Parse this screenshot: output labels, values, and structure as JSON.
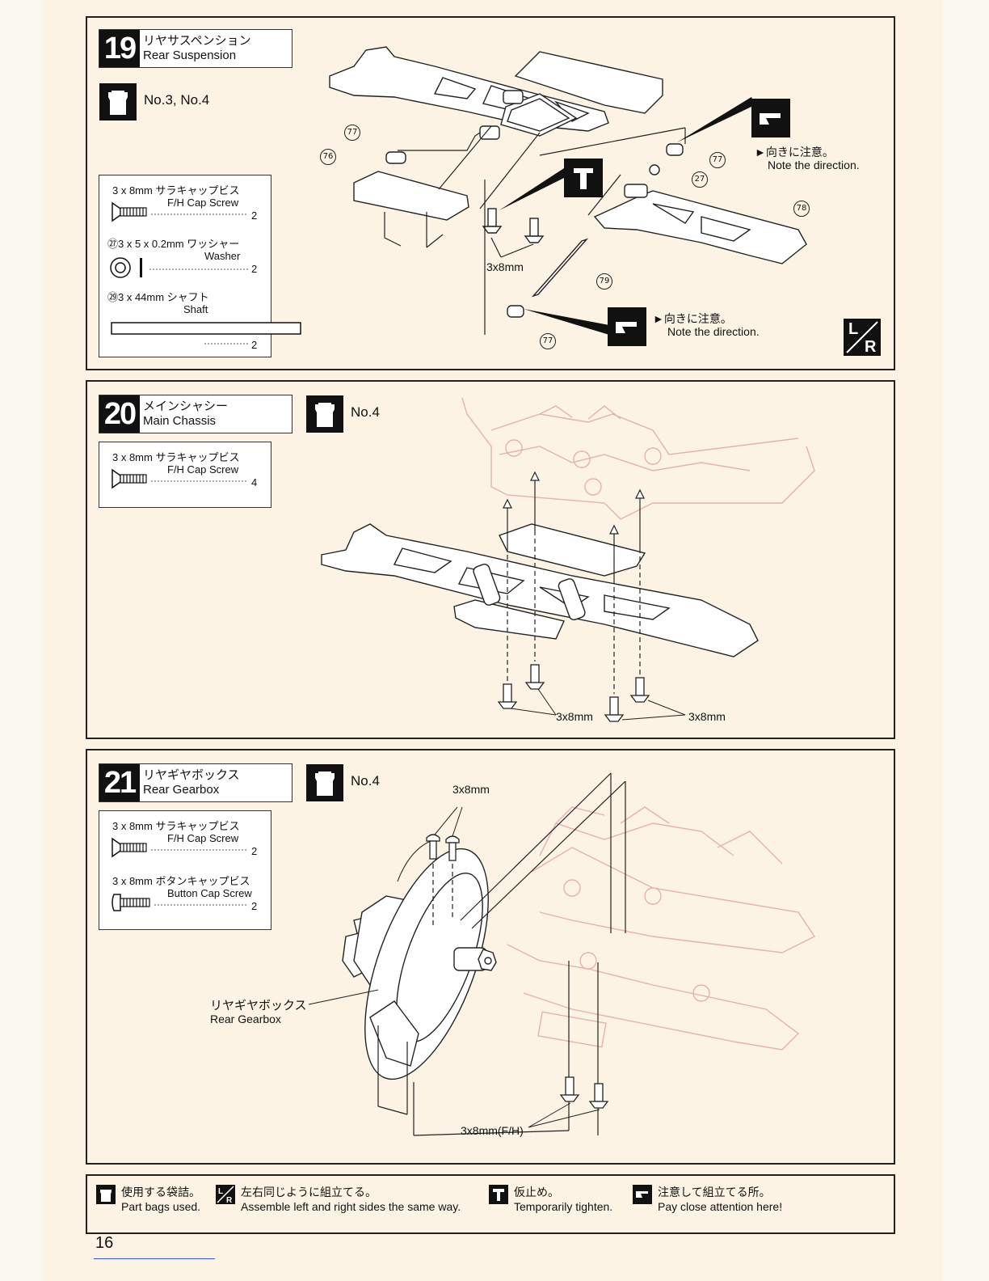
{
  "page_number": "16",
  "steps": [
    {
      "number": "19",
      "title_jp": "リヤサスペンション",
      "title_en": "Rear Suspension",
      "bag": "No.3, No.4",
      "parts": [
        {
          "jp": "3 x 8mm サラキャップビス",
          "en": "F/H Cap Screw",
          "qty": "2"
        },
        {
          "jp": "㉗3 x 5 x 0.2mm ワッシャー",
          "en": "Washer",
          "qty": "2"
        },
        {
          "jp": "㉙3 x 44mm シャフト",
          "en": "Shaft",
          "qty": "2"
        }
      ],
      "labels": {
        "screw": "3x8mm",
        "note_jp": "►向きに注意。",
        "note_en": "Note the direction."
      },
      "callouts": [
        "77",
        "76",
        "77",
        "27",
        "78",
        "79",
        "77"
      ]
    },
    {
      "number": "20",
      "title_jp": "メインシャシー",
      "title_en": "Main Chassis",
      "bag": "No.4",
      "parts": [
        {
          "jp": "3 x 8mm サラキャップビス",
          "en": "F/H Cap Screw",
          "qty": "4"
        }
      ],
      "labels": {
        "screw_a": "3x8mm",
        "screw_b": "3x8mm"
      }
    },
    {
      "number": "21",
      "title_jp": "リヤギヤボックス",
      "title_en": "Rear Gearbox",
      "bag": "No.4",
      "parts": [
        {
          "jp": "3 x 8mm サラキャップビス",
          "en": "F/H Cap Screw",
          "qty": "2"
        },
        {
          "jp": "3 x 8mm ボタンキャップビス",
          "en": "Button Cap Screw",
          "qty": "2"
        }
      ],
      "labels": {
        "top_screw": "3x8mm",
        "gearbox_jp": "リヤギヤボックス",
        "gearbox_en": "Rear Gearbox",
        "bottom_screw": "3x8mm(F/H)"
      }
    }
  ],
  "legend": [
    {
      "jp": "使用する袋詰。",
      "en": "Part bags used."
    },
    {
      "jp": "左右同じように組立てる。",
      "en": "Assemble left and right sides the same way."
    },
    {
      "jp": "仮止め。",
      "en": "Temporarily tighten."
    },
    {
      "jp": "注意して組立てる所。",
      "en": "Pay close attention here!"
    }
  ]
}
